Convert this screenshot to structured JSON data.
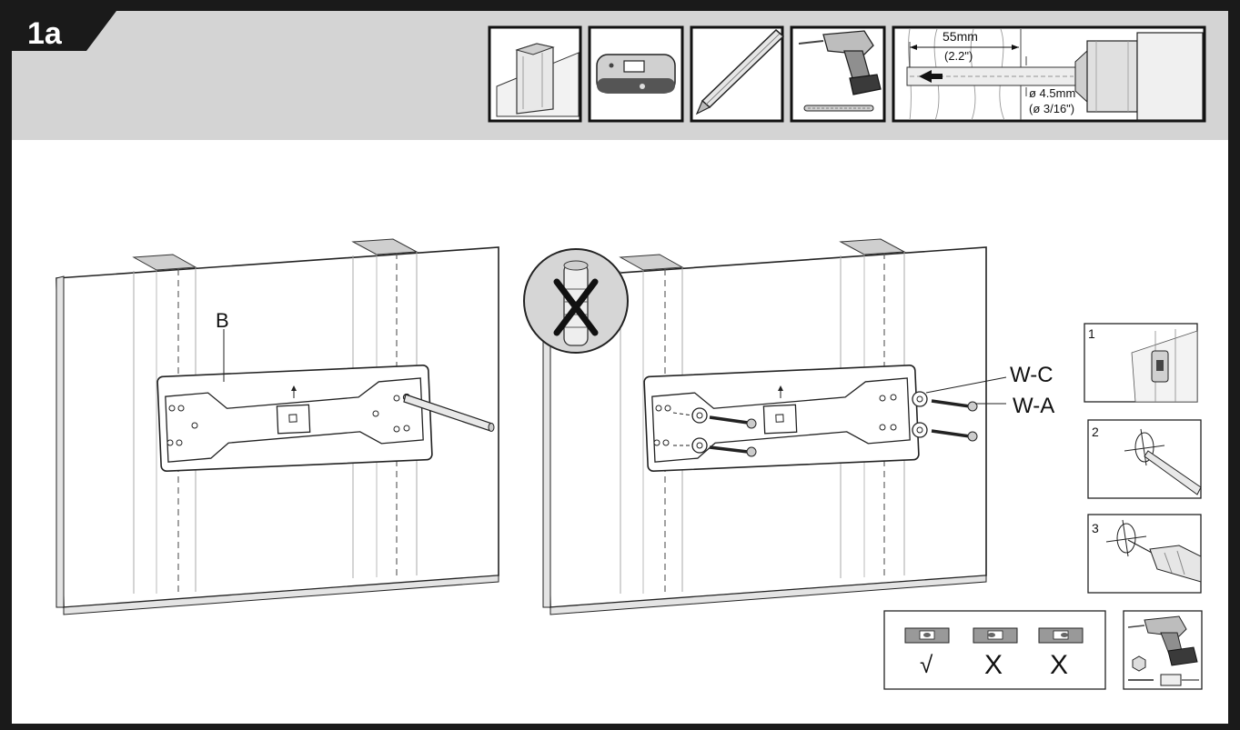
{
  "step": {
    "number": "1a"
  },
  "drill_spec": {
    "depth_mm": "55mm",
    "depth_in": "(2.2\")",
    "diameter_mm": "ø 4.5mm",
    "diameter_in": "(ø 3/16\")"
  },
  "labels": {
    "bracket": "B",
    "washer": "W-C",
    "screw": "W-A"
  },
  "steps": [
    "1",
    "2",
    "3"
  ],
  "level_check": {
    "ok_mark": "√",
    "bad_mark_1": "X",
    "bad_mark_2": "X"
  },
  "colors": {
    "header_bg": "#d4d4d4",
    "frame": "#1a1a1a",
    "panel_bg": "#ffffff",
    "line": "#1a1a1a"
  }
}
